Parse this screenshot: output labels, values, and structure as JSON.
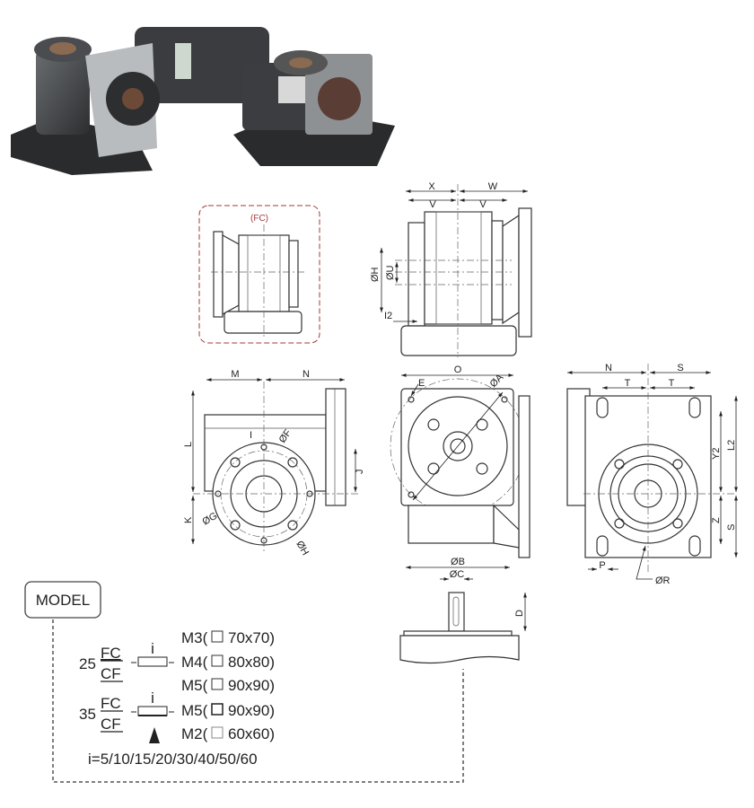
{
  "fc_view": {
    "label": "(FC)",
    "accent": "#a23a3a"
  },
  "top_view": {
    "labels": {
      "x": "X",
      "w": "W",
      "v1": "V",
      "v2": "V",
      "h": "ØH",
      "u": "ØU",
      "i2": "I2"
    }
  },
  "side_view": {
    "labels": {
      "m": "M",
      "n": "N",
      "l": "L",
      "k": "K",
      "j": "J",
      "i": "I",
      "f": "ØF",
      "g": "ØG",
      "h": "ØH"
    }
  },
  "face_view": {
    "labels": {
      "o": "O",
      "e": "E",
      "a": "ØA"
    }
  },
  "shaft_view": {
    "labels": {
      "b": "ØB",
      "c": "ØC",
      "d": "D"
    }
  },
  "right_view": {
    "labels": {
      "n": "N",
      "s_top": "S",
      "t1": "T",
      "t2": "T",
      "y2": "Y2",
      "l2": "L2",
      "z": "Z",
      "s_side": "S",
      "p": "P",
      "r": "ØR"
    }
  },
  "model": {
    "title": "MODEL",
    "rows": [
      {
        "size": "25",
        "num": "FC",
        "den": "CF",
        "ratio_symbol": "i"
      },
      {
        "size": "35",
        "num": "FC",
        "den": "CF",
        "ratio_symbol": "i"
      }
    ],
    "motors": [
      "M3(",
      "M4(",
      "M5(",
      "M5(",
      "M2("
    ],
    "flanges": [
      "70x70)",
      "80x80)",
      "90x90)",
      "90x90)",
      "60x60)"
    ],
    "ratios": "i=5/10/15/20/30/40/50/60"
  }
}
